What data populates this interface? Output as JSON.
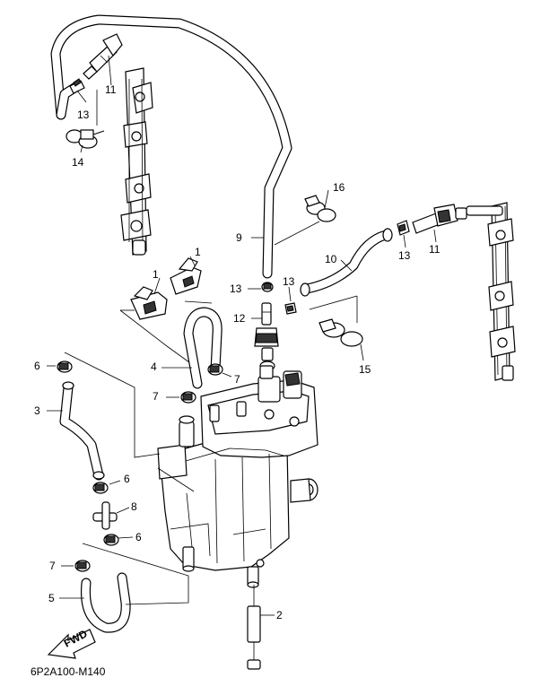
{
  "diagram_code": "6P2A100-M140",
  "fwd_label": "FWD",
  "callouts": {
    "c1a": "1",
    "c1b": "1",
    "c2": "2",
    "c3": "3",
    "c4": "4",
    "c5": "5",
    "c6a": "6",
    "c6b": "6",
    "c6c": "6",
    "c7a": "7",
    "c7b": "7",
    "c7c": "7",
    "c8": "8",
    "c9": "9",
    "c10": "10",
    "c11a": "11",
    "c11b": "11",
    "c12": "12",
    "c13a": "13",
    "c13b": "13",
    "c13c": "13",
    "c13d": "13",
    "c14": "14",
    "c15": "15",
    "c16": "16"
  }
}
